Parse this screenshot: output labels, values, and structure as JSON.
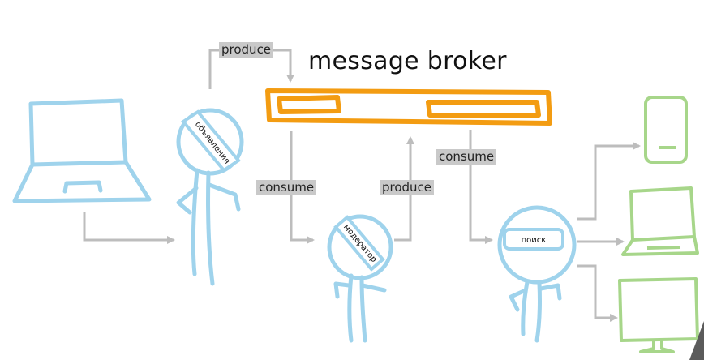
{
  "title": "message broker",
  "arrows": {
    "produce_top": "produce",
    "consume_left": "consume",
    "produce_mid": "produce",
    "consume_right": "consume"
  },
  "actors": {
    "ads": "объявления",
    "moderator": "модератор",
    "search": "поиск"
  },
  "colors": {
    "client": "#9fd3ec",
    "actor": "#9fd3ec",
    "broker": "#f39c12",
    "device": "#a7d68a",
    "arrow": "#bdbdbd",
    "label_bg": "#c9c9c9"
  }
}
